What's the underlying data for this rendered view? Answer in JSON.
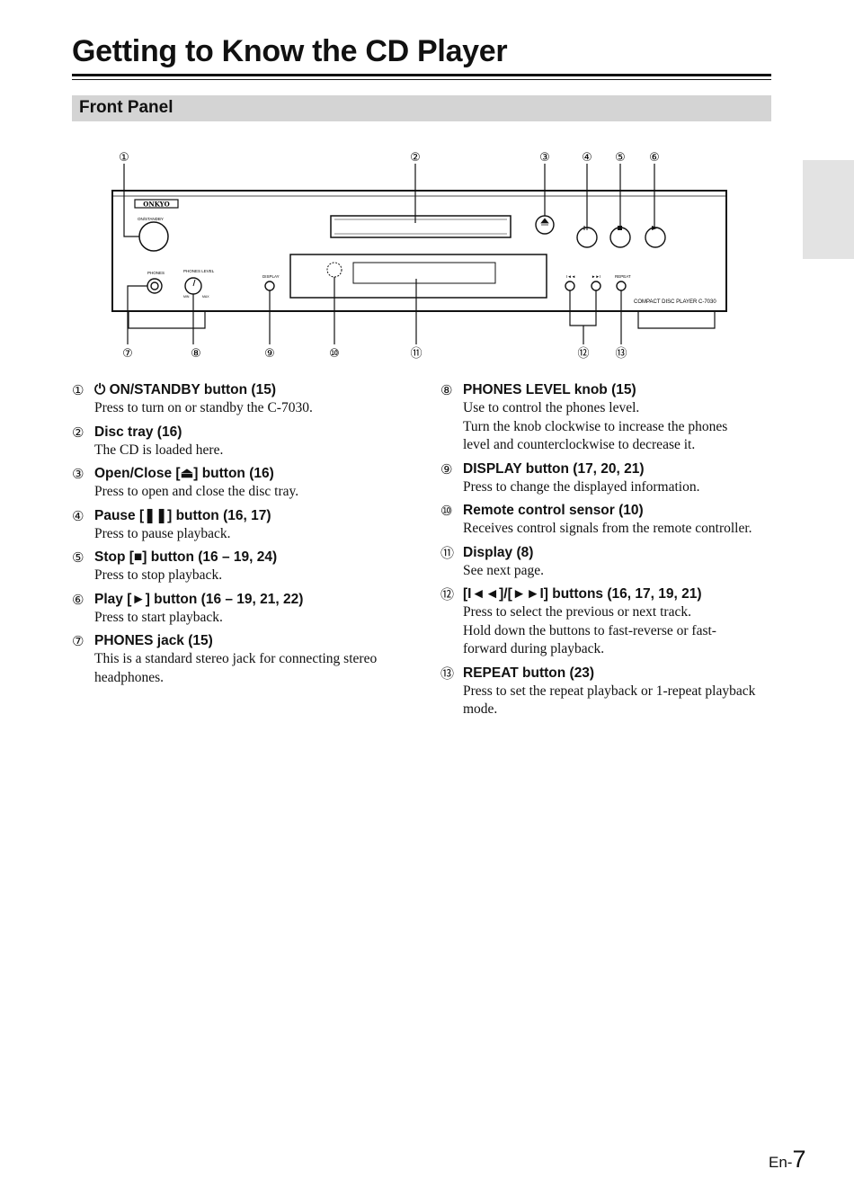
{
  "page": {
    "title": "Getting to Know the CD Player",
    "section": "Front Panel",
    "page_prefix": "En-",
    "page_num": "7"
  },
  "diagram": {
    "brand": "ONKYO",
    "labels": {
      "on_standby": "ON/STANDBY",
      "phones": "PHONES",
      "phones_level": "PHONES LEVEL",
      "min": "MIN",
      "max": "MAX",
      "display": "DISPLAY",
      "repeat": "REPEAT",
      "model": "COMPACT DISC PLAYER  C-7030"
    },
    "callouts": [
      "①",
      "②",
      "③",
      "④",
      "⑤",
      "⑥",
      "⑦",
      "⑧",
      "⑨",
      "⑩",
      "⑪",
      "⑫",
      "⑬"
    ]
  },
  "items_left": [
    {
      "num": "①",
      "head": "⏻ ON/STANDBY button (15)",
      "body": [
        "Press to turn on or standby the C-7030."
      ]
    },
    {
      "num": "②",
      "head": "Disc tray (16)",
      "body": [
        "The CD is loaded here."
      ]
    },
    {
      "num": "③",
      "head": "Open/Close [⏏] button (16)",
      "body": [
        "Press to open and close the disc tray."
      ]
    },
    {
      "num": "④",
      "head": "Pause [❚❚] button (16, 17)",
      "body": [
        "Press to pause playback."
      ]
    },
    {
      "num": "⑤",
      "head": "Stop [■] button (16 – 19, 24)",
      "body": [
        "Press to stop playback."
      ]
    },
    {
      "num": "⑥",
      "head": "Play [►] button (16 – 19, 21, 22)",
      "body": [
        "Press to start playback."
      ]
    },
    {
      "num": "⑦",
      "head": "PHONES jack (15)",
      "body": [
        "This is a standard stereo jack for connecting stereo",
        "headphones."
      ]
    }
  ],
  "items_right": [
    {
      "num": "⑧",
      "head": "PHONES LEVEL knob (15)",
      "body": [
        "Use to control the phones level.",
        "Turn the knob clockwise to increase the phones",
        "level and counterclockwise to decrease it."
      ]
    },
    {
      "num": "⑨",
      "head": "DISPLAY button (17, 20, 21)",
      "body": [
        "Press to change the displayed information."
      ]
    },
    {
      "num": "⑩",
      "head": "Remote control sensor (10)",
      "body": [
        "Receives control signals from the remote controller."
      ]
    },
    {
      "num": "⑪",
      "head": "Display (8)",
      "body": [
        "See next page."
      ]
    },
    {
      "num": "⑫",
      "head": "[I◄◄]/[►►I] buttons (16, 17, 19, 21)",
      "body": [
        "Press to select the previous or next track.",
        "Hold down the buttons to fast-reverse or fast-",
        "forward during playback."
      ]
    },
    {
      "num": "⑬",
      "head": "REPEAT button (23)",
      "body": [
        "Press to set the repeat playback or 1-repeat playback",
        "mode."
      ]
    }
  ]
}
